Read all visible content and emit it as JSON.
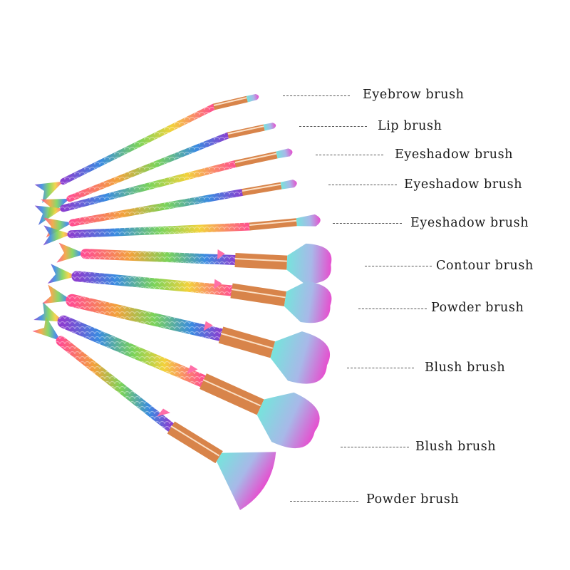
{
  "labels": [
    "Eyebrow brush",
    "Lip brush",
    "Eyeshadow brush",
    "Eyeshadow brush",
    "Eyeshadow brush",
    "Contour brush",
    "Powder brush",
    "Blush brush",
    "Blush brush",
    "Powder brush"
  ],
  "colors": {
    "ferrule_light": "#f6c9a4",
    "ferrule_dark": "#b9662e",
    "bristle_tip_pink": "#e64fcf",
    "bristle_base_teal": "#77e3dc",
    "handle_purple": "#8a3fd0",
    "handle_blue": "#3a8be0",
    "handle_green": "#7bd35a",
    "handle_yellow": "#f2d23c",
    "handle_pink": "#ff4f8f",
    "leader_line": "#555555"
  }
}
